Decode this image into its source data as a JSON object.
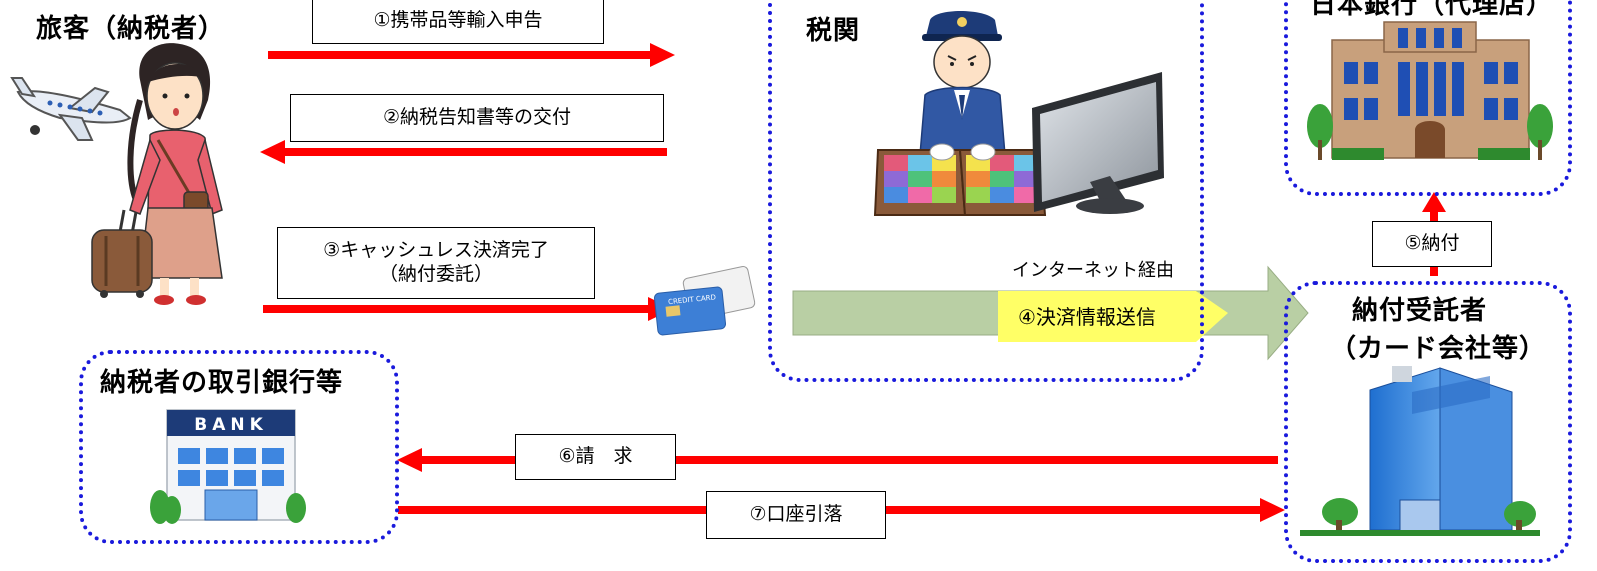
{
  "actors": {
    "traveler": "旅客（納税者）",
    "customs": "税関",
    "boj": "日本銀行（代理店）",
    "trustee_line1": "納付受託者",
    "trustee_line2": "（カード会社等）",
    "taxpayer_bank": "納税者の取引銀行等"
  },
  "steps": {
    "s1": "①携帯品等輸入申告",
    "s2": "②納税告知書等の交付",
    "s3_line1": "③キャッシュレス決済完了",
    "s3_line2": "（納付委託）",
    "s4": "④決済情報送信",
    "s4_note": "インターネット経由",
    "s5": "⑤納付",
    "s6": "⑥請　求",
    "s7": "⑦口座引落"
  },
  "icons": {
    "bank_sign": "BANK",
    "card_text": "CREDIT CARD"
  },
  "colors": {
    "arrow": "#ff0000",
    "dotted_border": "#1a1adc",
    "big_arrow": "#b9cfa4",
    "label_yellow": "#ffff66"
  }
}
